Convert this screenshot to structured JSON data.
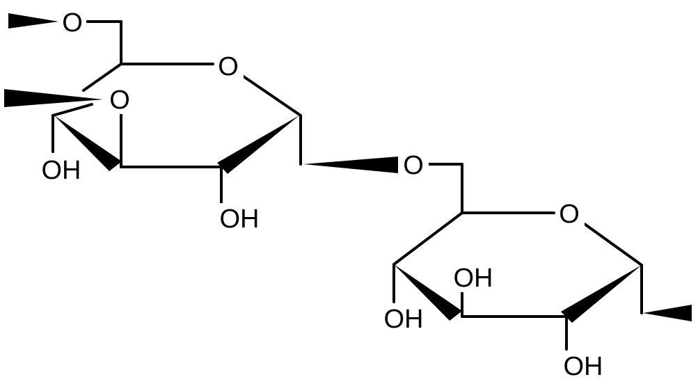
{
  "labels": {
    "o_terminal": "O",
    "o_ring_upper": "O",
    "o_bridge_left": "O",
    "oh_upper_left": "OH",
    "oh_upper_mid": "OH",
    "o_glycosidic": "O",
    "o_ring_lower": "O",
    "oh_lower_top": "OH",
    "oh_lower_left": "OH",
    "oh_lower_bottom": "OH"
  },
  "colors": {
    "ink": "#000000",
    "background": "#ffffff"
  }
}
